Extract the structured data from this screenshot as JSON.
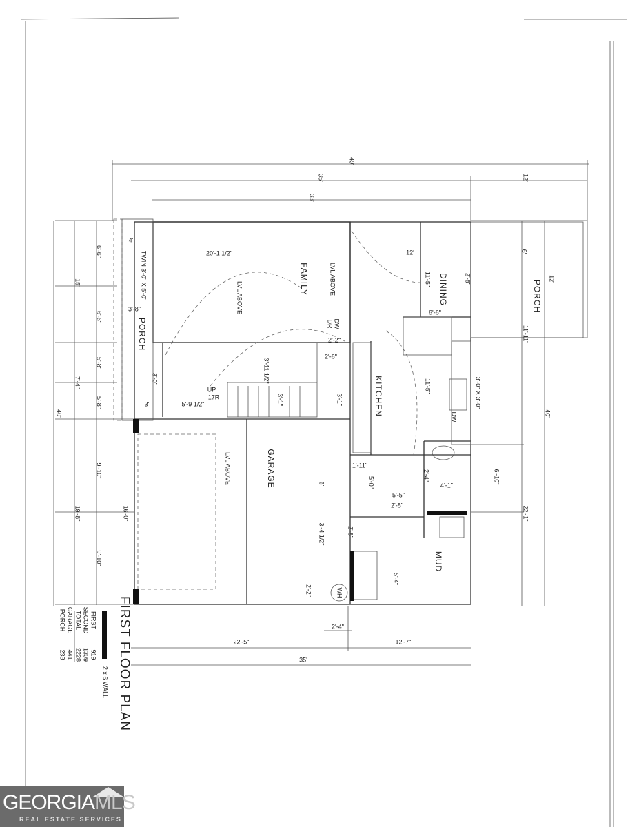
{
  "plan": {
    "title": "FIRST FLOOR PLAN",
    "legend_wall": "2 x 6 WALL",
    "area_table": [
      {
        "label": "FIRST",
        "value": "919"
      },
      {
        "label": "SECOND",
        "value": "1309"
      },
      {
        "label": "TOTAL",
        "value": "2228"
      },
      {
        "label": "GARAGE",
        "value": "441"
      },
      {
        "label": "PORCH",
        "value": "238"
      }
    ],
    "rooms": {
      "family": "FAMILY",
      "dining": "DINING",
      "kitchen": "KITCHEN",
      "garage": "GARAGE",
      "mud": "MUD",
      "porch_front": "PORCH",
      "porch_side": "PORCH"
    },
    "notes": {
      "lvl_above": "LVL ABOVE",
      "up": "UP",
      "risers": "17R",
      "dw": "DW",
      "dr": "DR",
      "dishwasher": "DW",
      "water_heater": "WH",
      "window_twin": "TWIN 3'-0\" X 5'-0\"",
      "window_sink": "3'-0\" X 3'-0\""
    },
    "dims": {
      "overall_width": "49'",
      "main_width": "35'",
      "porch_width": "12'",
      "inner_width": "33'",
      "left_6_6_a": "6'-6\"",
      "left_15": "15'",
      "left_6_6_b": "6'-6\"",
      "left_5_8_a": "5'-8\"",
      "left_7_4": "7'-4\"",
      "left_5_8_b": "5'-8\"",
      "left_40": "40'",
      "left_9_10_a": "9'-10\"",
      "left_19_8": "19'-8\"",
      "left_9_10_b": "9'-10\"",
      "garage_door": "16'-0\"",
      "right_6": "6'",
      "right_12": "12'",
      "right_11_11": "11'-11\"",
      "right_40": "40'",
      "right_22_1": "22'-1\"",
      "right_6_10": "6'-10\"",
      "bottom_2_4": "2'-4\"",
      "bottom_22_5": "22'-5\"",
      "bottom_12_7": "12'-7\"",
      "bottom_35": "35'",
      "wh_2_2": "2'-2\"",
      "porch_4": "4'",
      "family_20_1": "20'-1 1/2\"",
      "porch_3_8": "3'-8\"",
      "dining_12": "12'",
      "dining_11_5": "11'-5\"",
      "door_2_8": "2'-8\"",
      "dining_6_6": "6'-6\"",
      "kitchen_11_5": "11'-5\"",
      "hall_3_11": "3'-11 1/2\"",
      "hall_5_9": "5'-9 1/2\"",
      "porch_3": "3'",
      "stair_3_1_a": "3'-1\"",
      "stair_3_1_b": "3'-1\"",
      "closet_2_6": "2'-6\"",
      "closet_2_2": "2'-2\"",
      "front_door_3_0": "3'-0\"",
      "pantry_1_11": "1'-11\"",
      "pantry_5_0": "5'-0\"",
      "mud_5_5": "5'-5\"",
      "mud_2_8": "2'-8\"",
      "bath_2_4": "2'-4\"",
      "bath_4_1": "4'-1\"",
      "garage_6": "6'",
      "garage_3_4": "3'-4 1/2\"",
      "garage_door_2_8": "2'-8\"",
      "mud_5_4": "5'-4\""
    }
  },
  "watermark": {
    "brand_a": "GEORGIA",
    "brand_b": "MLS",
    "tagline": "REAL ESTATE SERVICES"
  }
}
